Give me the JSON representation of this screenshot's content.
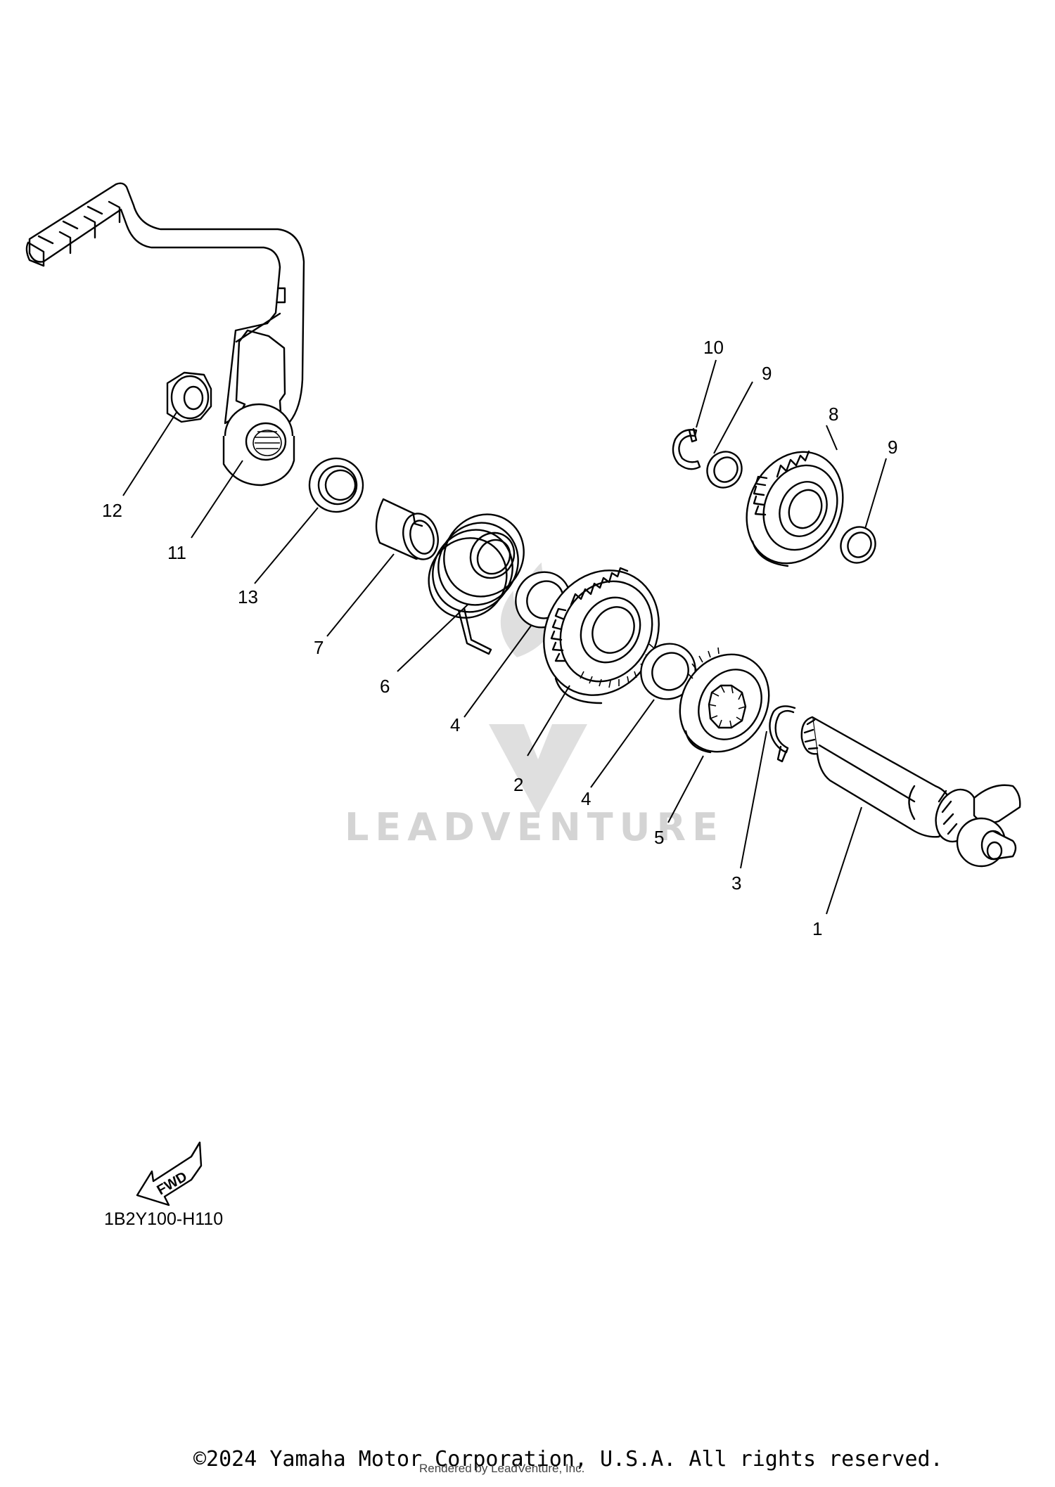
{
  "diagram": {
    "callouts": [
      "1",
      "2",
      "3",
      "4",
      "4",
      "5",
      "6",
      "7",
      "8",
      "9",
      "9",
      "10",
      "11",
      "12",
      "13"
    ],
    "code": "1B2Y100-H110",
    "fwd_label": "FWD",
    "watermark": "LEADVENTURE"
  },
  "footer": {
    "copyright": "©2024 Yamaha Motor Corporation, U.S.A. All rights reserved.",
    "rendered_by": "Rendered by LeadVenture, Inc."
  }
}
